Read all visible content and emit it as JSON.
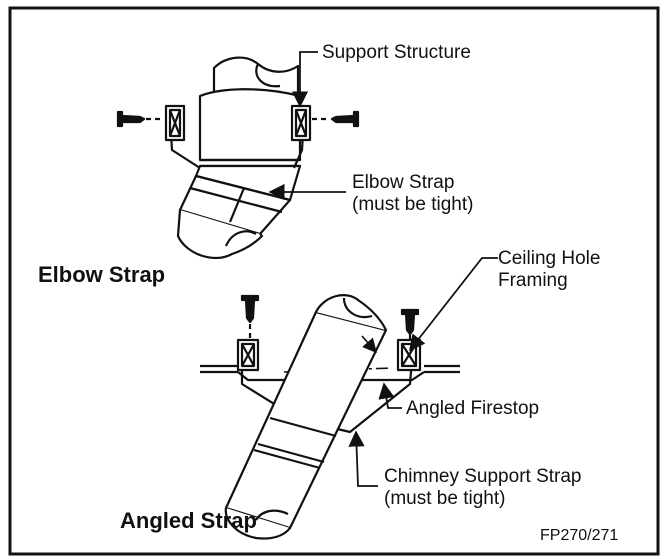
{
  "figure": {
    "code": "FP270/271"
  },
  "elbow_section": {
    "title": "Elbow Strap",
    "labels": {
      "support_structure": "Support Structure",
      "elbow_strap_line1": "Elbow Strap",
      "elbow_strap_line2": "(must be tight)"
    }
  },
  "angled_section": {
    "title": "Angled Strap",
    "labels": {
      "ceiling_line1": "Ceiling Hole",
      "ceiling_line2": "Framing",
      "angled_firestop": "Angled Firestop",
      "chimney_line1": "Chimney Support Strap",
      "chimney_line2": "(must be tight)"
    }
  },
  "colors": {
    "line": "#111111",
    "background": "#ffffff"
  }
}
